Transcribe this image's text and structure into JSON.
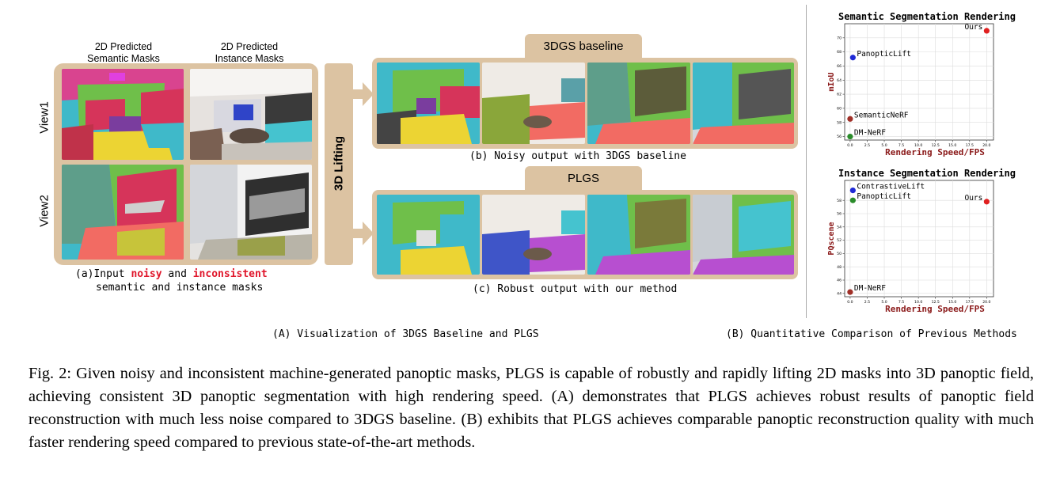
{
  "panel_a": {
    "col1_header": "2D Predicted\nSemantic Masks",
    "col2_header": "2D Predicted\nInstance Masks",
    "view1": "View1",
    "view2": "View2",
    "lifting": "3D Lifting",
    "caption_prefix": "(a)Input ",
    "caption_noisy": "noisy",
    "caption_and": " and ",
    "caption_inconsistent": "inconsistent",
    "caption_line2": "semantic and instance masks"
  },
  "panel_b": {
    "tab": "3DGS baseline",
    "caption": "(b) Noisy output with 3DGS baseline"
  },
  "panel_c": {
    "tab": "PLGS",
    "caption": "(c) Robust output with our method"
  },
  "section_a_label": "(A) Visualization of 3DGS Baseline and PLGS",
  "section_b_label": "(B) Quantitative Comparison of Previous Methods",
  "figure_caption": "Fig. 2: Given noisy and inconsistent machine-generated panoptic masks, PLGS is capable of robustly and rapidly lifting 2D masks into 3D panoptic field, achieving consistent 3D panoptic segmentation with high rendering speed. (A) demonstrates that PLGS achieves robust results of panoptic field reconstruction with much less noise compared to 3DGS baseline. (B) exhibits that PLGS achieves comparable panoptic reconstruction quality with much faster rendering speed compared to previous state-of-the-art methods.",
  "colors": {
    "frame": "#dcc3a2",
    "accent_red": "#e0162b",
    "axis_title": "#8b1a1a"
  },
  "chart_data": [
    {
      "type": "scatter",
      "title": "Semantic Segmentation Rendering",
      "xlabel": "Rendering Speed/FPS",
      "ylabel": "mIoU",
      "xlim": [
        -0.8,
        21
      ],
      "ylim": [
        55.5,
        72
      ],
      "xticks": [
        0.0,
        2.5,
        5.0,
        7.5,
        10.0,
        12.5,
        15.0,
        17.5,
        20.0
      ],
      "yticks": [
        56,
        58,
        60,
        62,
        64,
        66,
        68,
        70
      ],
      "grid": true,
      "points": [
        {
          "label": "Ours",
          "x": 20.0,
          "y": 71.0,
          "color": "#e02020"
        },
        {
          "label": "PanopticLift",
          "x": 0.4,
          "y": 67.2,
          "color": "#1f2ad6"
        },
        {
          "label": "SemanticNeRF",
          "x": 0.0,
          "y": 58.5,
          "color": "#a03028"
        },
        {
          "label": "DM-NeRF",
          "x": 0.0,
          "y": 56.0,
          "color": "#2a8c2a"
        }
      ]
    },
    {
      "type": "scatter",
      "title": "Instance Segmentation Rendering",
      "xlabel": "Rendering Speed/FPS",
      "ylabel": "PQscene",
      "xlim": [
        -0.8,
        21
      ],
      "ylim": [
        43.5,
        61
      ],
      "xticks": [
        0.0,
        2.5,
        5.0,
        7.5,
        10.0,
        12.5,
        15.0,
        17.5,
        20.0
      ],
      "yticks": [
        44,
        46,
        48,
        50,
        52,
        54,
        56,
        58
      ],
      "grid": true,
      "points": [
        {
          "label": "Ours",
          "x": 20.0,
          "y": 57.8,
          "color": "#e02020"
        },
        {
          "label": "ContrastiveLift",
          "x": 0.4,
          "y": 59.5,
          "color": "#1f2ad6"
        },
        {
          "label": "PanopticLift",
          "x": 0.4,
          "y": 58.0,
          "color": "#2a8c2a"
        },
        {
          "label": "DM-NeRF",
          "x": 0.0,
          "y": 44.2,
          "color": "#a03028"
        }
      ]
    }
  ]
}
